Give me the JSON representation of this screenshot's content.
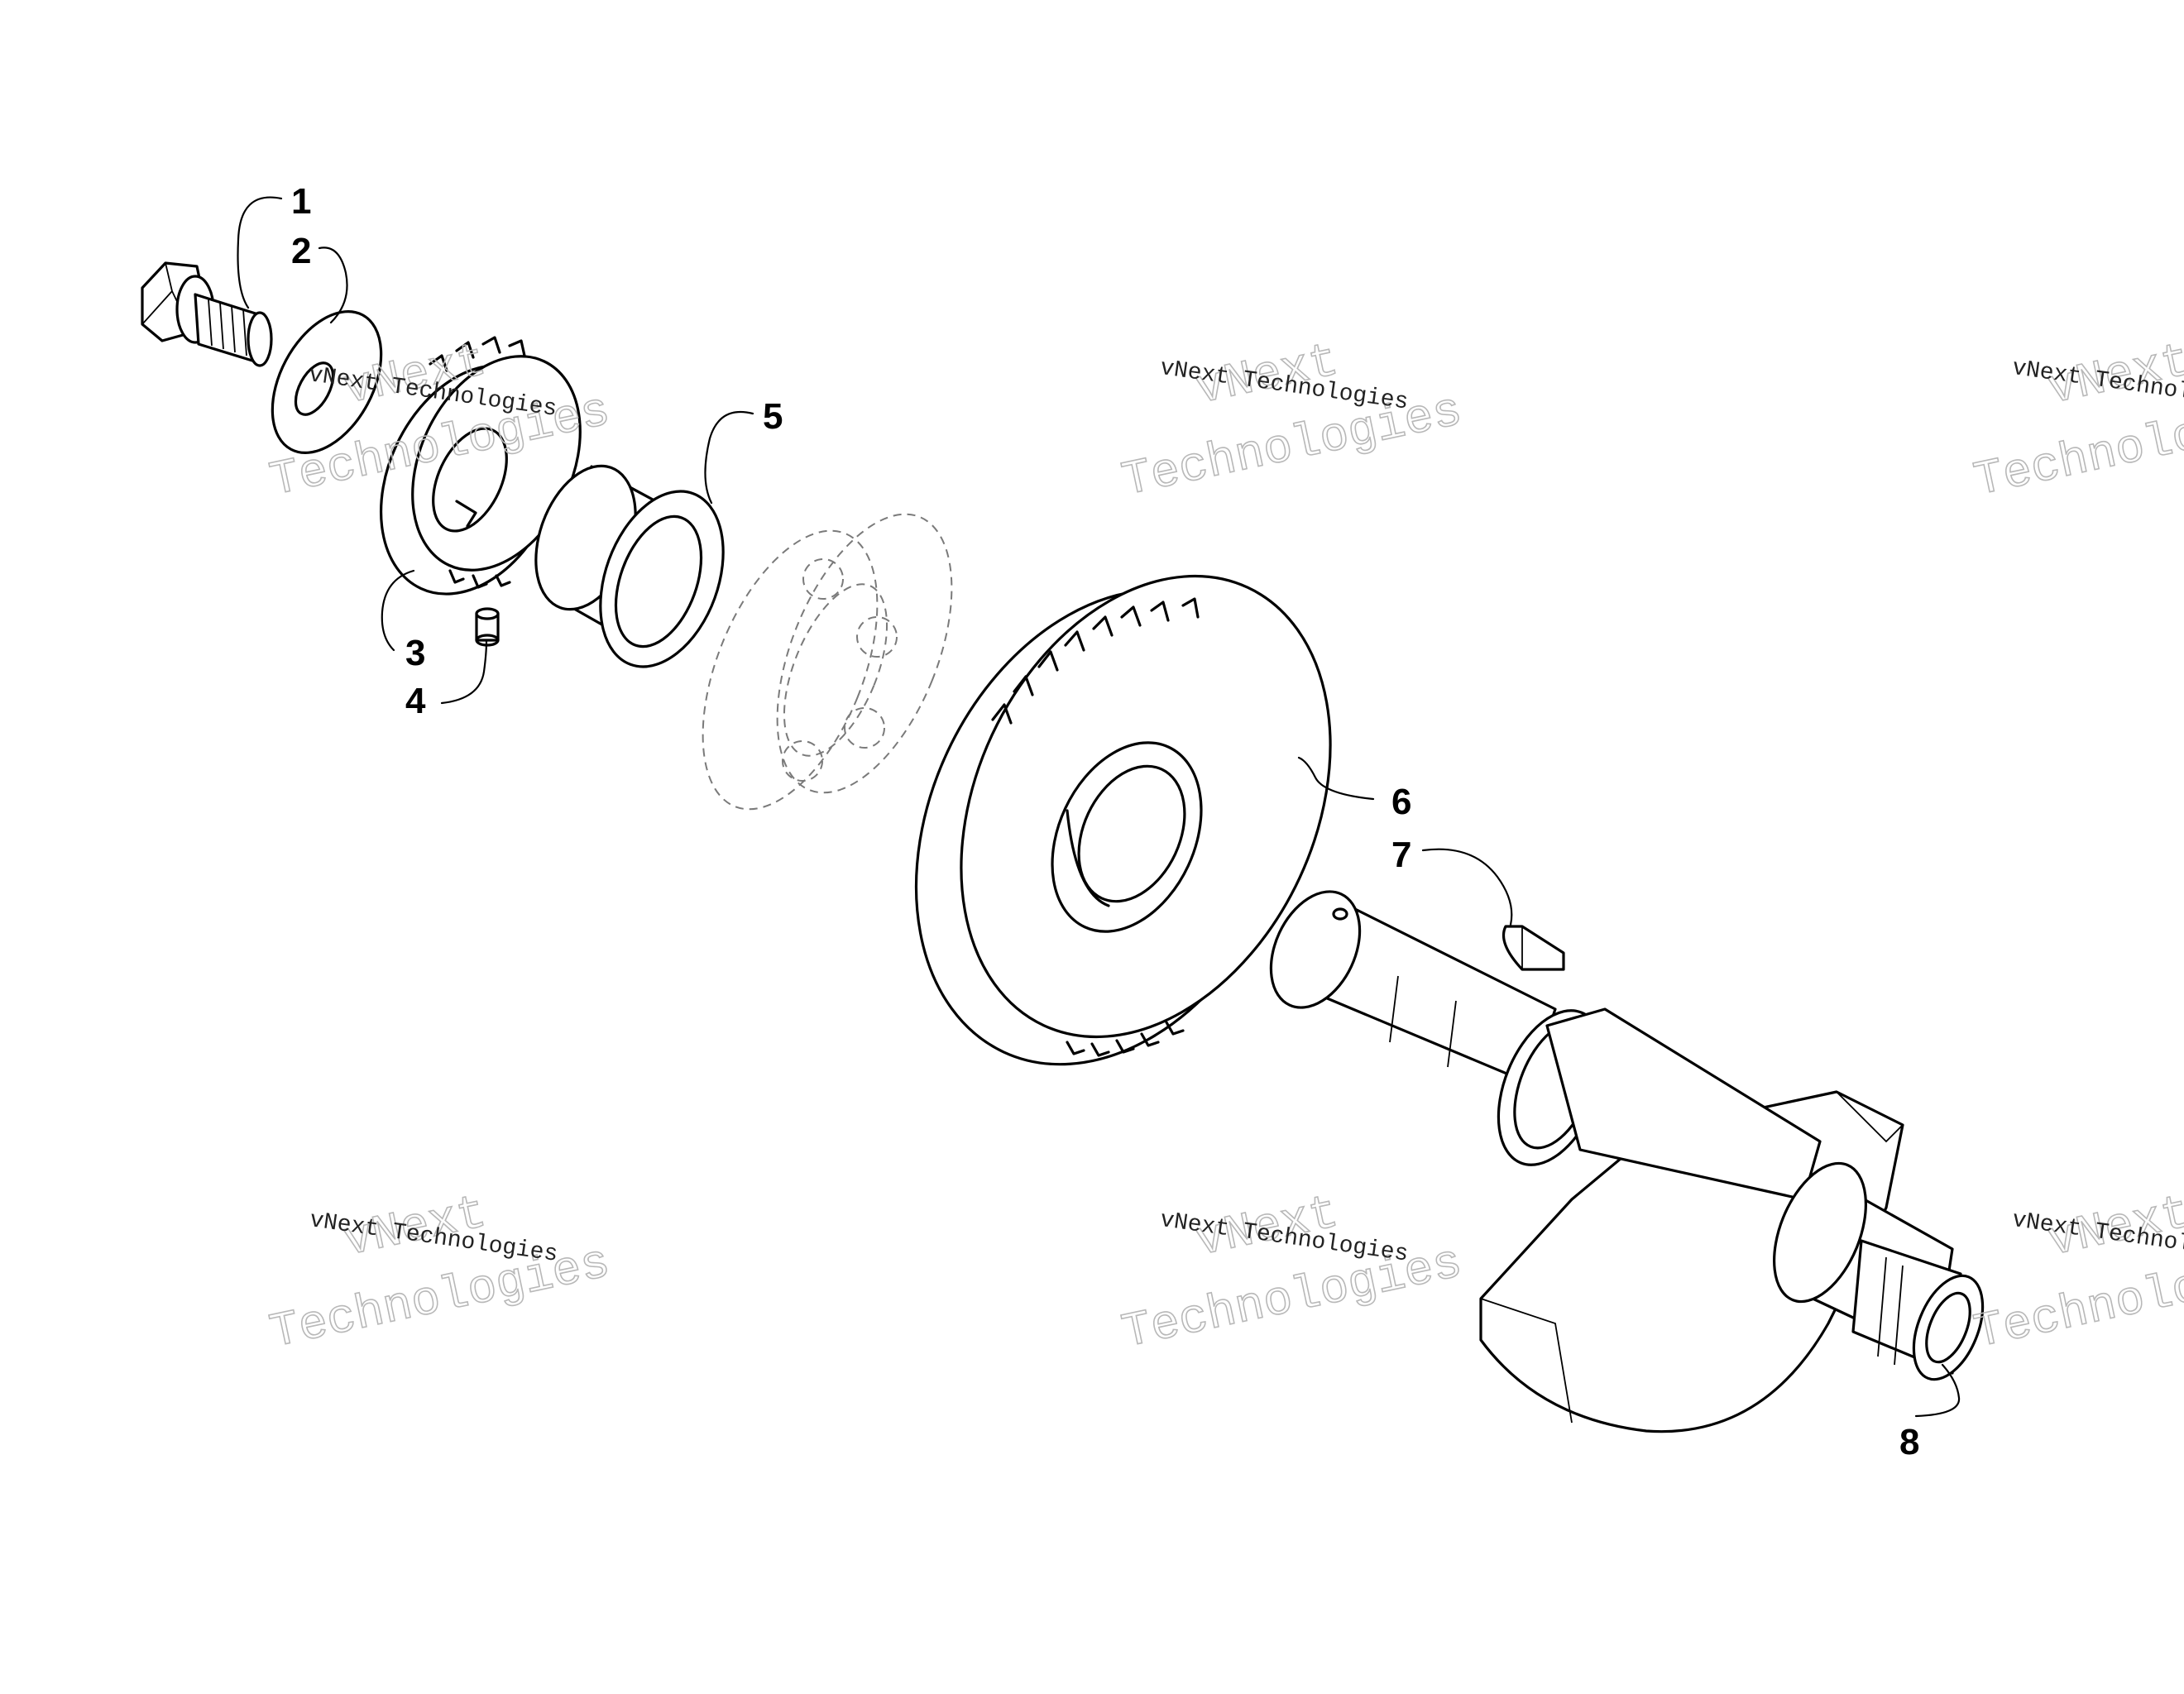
{
  "callouts": [
    "1",
    "2",
    "3",
    "4",
    "5",
    "6",
    "7",
    "8"
  ],
  "watermark": {
    "line": "vNext Technologies",
    "outline_a": "vNext",
    "outline_b": "Technologies"
  },
  "colors": {
    "line": "#000000",
    "hidden_part": "#7a7a7a",
    "watermark_outline": "#b8b8b8",
    "background": "#ffffff"
  }
}
